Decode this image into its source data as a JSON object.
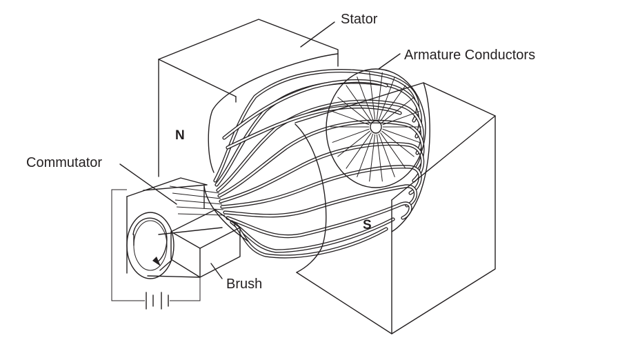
{
  "labels": {
    "stator": "Stator",
    "armature_conductors": "Armature Conductors",
    "commutator": "Commutator",
    "brush": "Brush"
  },
  "poles": {
    "north": "N",
    "south": "S"
  }
}
